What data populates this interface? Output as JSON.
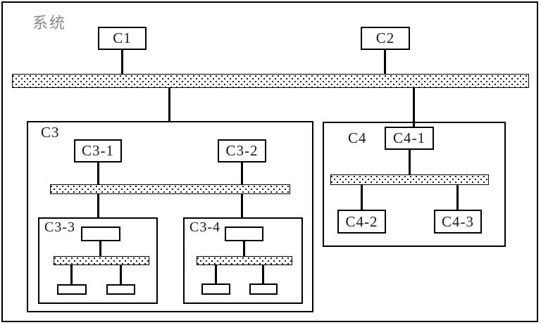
{
  "figure": {
    "title": "系统",
    "type": "hierarchical-bus-diagram",
    "colors": {
      "line": "#000000",
      "background": "#ffffff",
      "title_text": "#8a8a8a",
      "label_text": "#1a1a1a",
      "bus_fill_pattern": "black-stipple-dots-on-white"
    },
    "nodes": {
      "c1": {
        "label": "C1"
      },
      "c2": {
        "label": "C2"
      },
      "c3": {
        "label": "C3"
      },
      "c3_1": {
        "label": "C3-1"
      },
      "c3_2": {
        "label": "C3-2"
      },
      "c3_3": {
        "label": "C3-3"
      },
      "c3_4": {
        "label": "C3-4"
      },
      "c4": {
        "label": "C4"
      },
      "c4_1": {
        "label": "C4-1"
      },
      "c4_2": {
        "label": "C4-2"
      },
      "c4_3": {
        "label": "C4-3"
      },
      "unlabeled_boxes": [
        "c3-3-top-box",
        "c3-3-leaf-1",
        "c3-3-leaf-2",
        "c3-4-top-box",
        "c3-4-leaf-1",
        "c3-4-leaf-2"
      ]
    },
    "buses": [
      "main-bus",
      "c3-bus",
      "c4-bus",
      "c3-3-bus",
      "c3-4-bus"
    ],
    "edges": [
      {
        "from": "C1",
        "to": "main-bus"
      },
      {
        "from": "C2",
        "to": "main-bus"
      },
      {
        "from": "main-bus",
        "to": "C3-container"
      },
      {
        "from": "main-bus",
        "to": "C4-1"
      },
      {
        "from": "C3-1",
        "to": "c3-bus"
      },
      {
        "from": "C3-2",
        "to": "c3-bus"
      },
      {
        "from": "c3-bus",
        "to": "C3-3-container"
      },
      {
        "from": "c3-bus",
        "to": "C3-4-container"
      },
      {
        "from": "c3-3-top-box",
        "to": "c3-3-bus"
      },
      {
        "from": "c3-3-bus",
        "to": "c3-3-leaf-1"
      },
      {
        "from": "c3-3-bus",
        "to": "c3-3-leaf-2"
      },
      {
        "from": "c3-4-top-box",
        "to": "c3-4-bus"
      },
      {
        "from": "c3-4-bus",
        "to": "c3-4-leaf-1"
      },
      {
        "from": "c3-4-bus",
        "to": "c3-4-leaf-2"
      },
      {
        "from": "C4-1",
        "to": "c4-bus"
      },
      {
        "from": "c4-bus",
        "to": "C4-2"
      },
      {
        "from": "c4-bus",
        "to": "C4-3"
      }
    ]
  }
}
